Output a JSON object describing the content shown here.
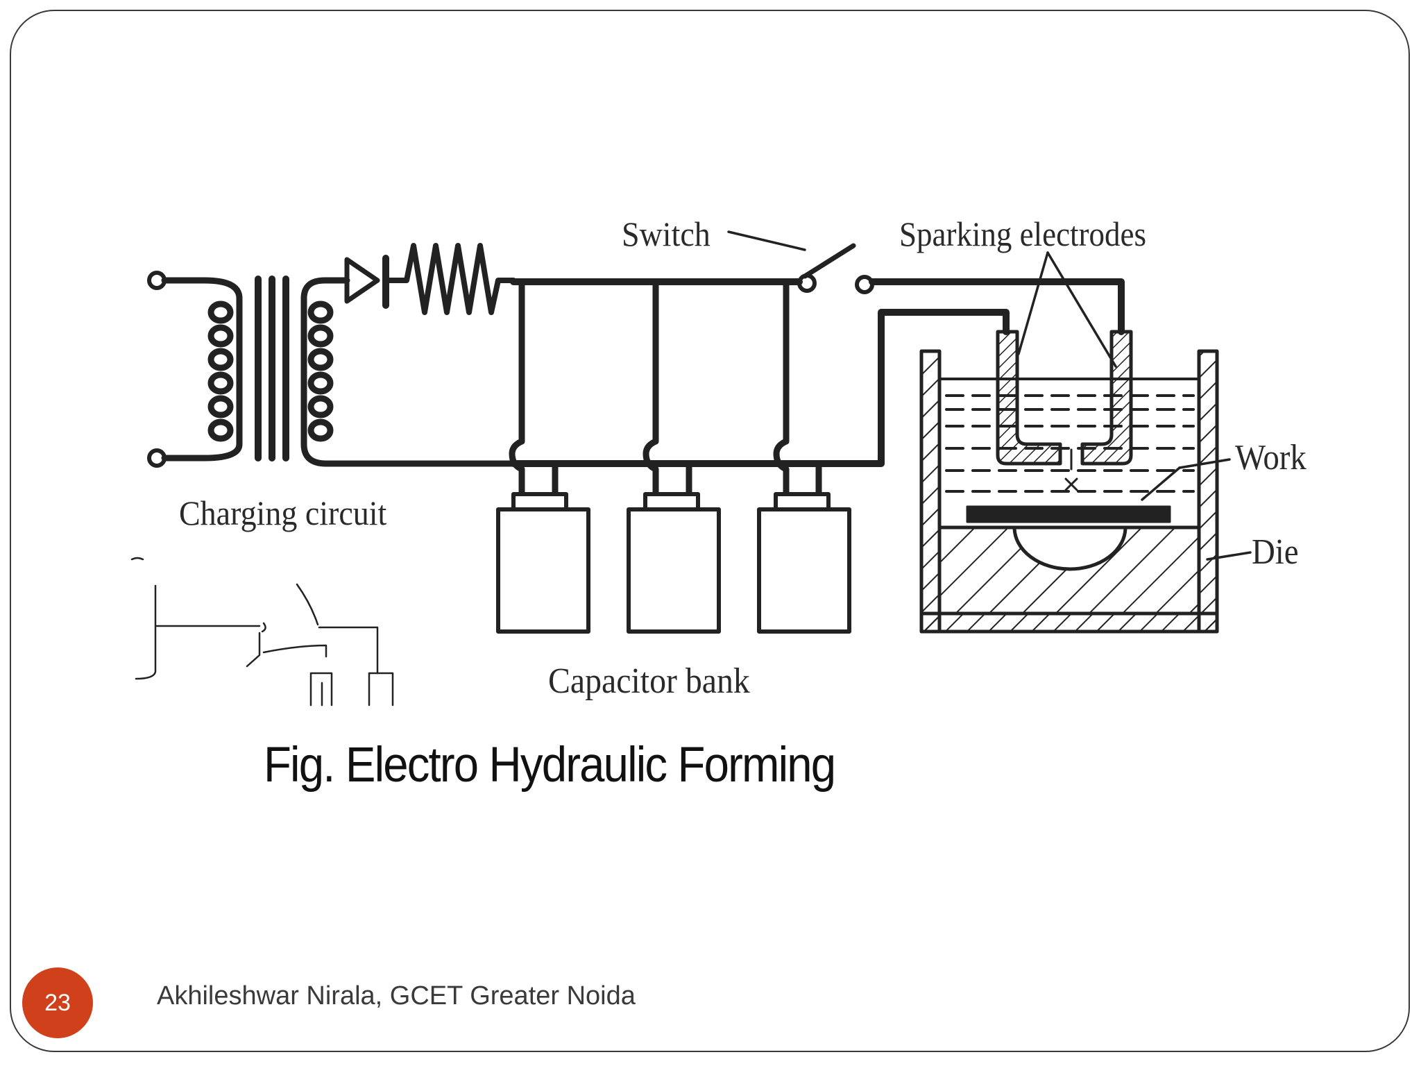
{
  "diagram": {
    "labels": {
      "switch": "Switch",
      "sparking_electrodes": "Sparking electrodes",
      "charging_circuit": "Charging circuit",
      "capacitor_bank": "Capacitor bank",
      "work": "Work",
      "die": "Die"
    }
  },
  "caption": "Fig. Electro Hydraulic Forming",
  "footer": {
    "page_number": "23",
    "author": "Akhileshwar Nirala, GCET Greater Noida"
  },
  "colors": {
    "badge": "#d0401b",
    "border": "#3a3a3a",
    "ink": "#222222"
  }
}
